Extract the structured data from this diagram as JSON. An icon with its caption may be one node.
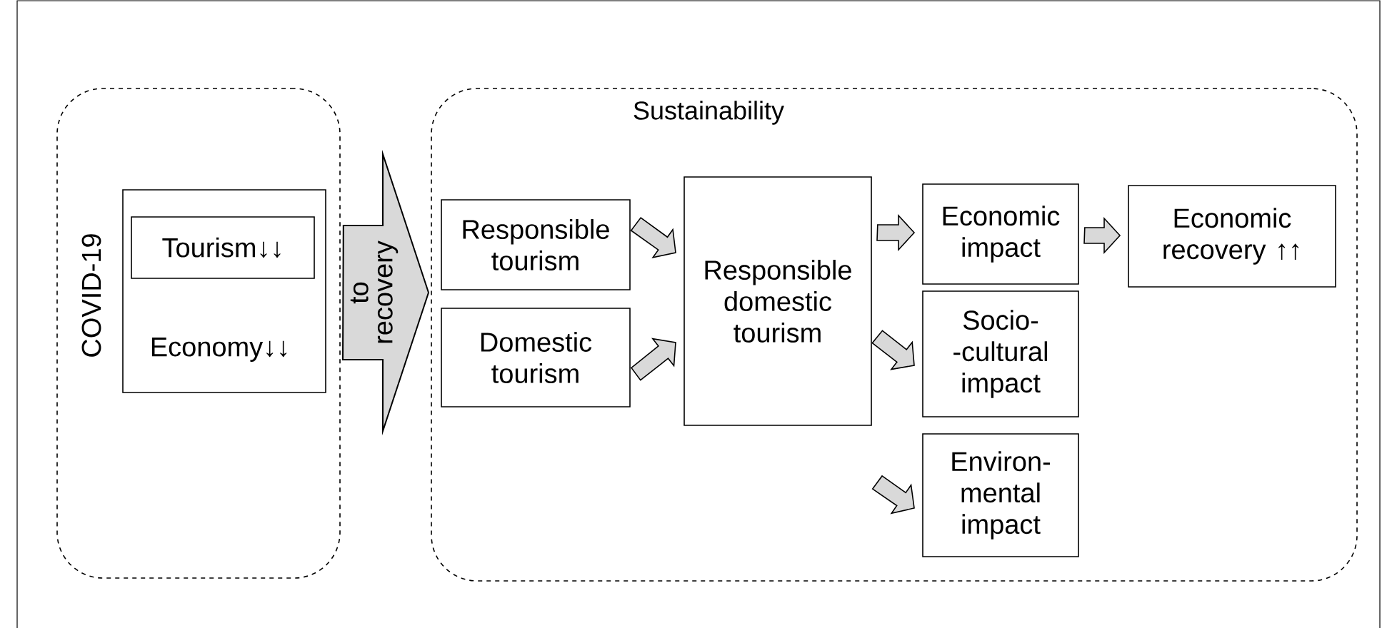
{
  "diagram": {
    "nodes": [
      {
        "text": [
          "COVID-19"
        ]
      },
      {
        "text": [
          "Economy↓↓"
        ],
        "in": 0
      },
      {
        "text": [
          "Tourism↓↓"
        ],
        "in": 1
      },
      {
        "text": [
          "Sustainability"
        ]
      },
      {
        "text": [
          "Responsible tourism"
        ],
        "in": 3
      },
      {
        "text": [
          "Domestic tourism"
        ],
        "in": 3
      },
      {
        "text": [
          "Responsible domestic tourism"
        ],
        "in": 3
      },
      {
        "text": [
          "Economic impact"
        ],
        "in": 3
      },
      {
        "text": [
          "Economic recovery ↑↑"
        ],
        "in": 3
      },
      {
        "text": [
          "Socio- -cultural impact"
        ],
        "in": 3
      },
      {
        "text": [
          "Environ- mental impact"
        ],
        "in": 3
      }
    ],
    "edges": [
      {
        "from": 0,
        "to": 3,
        "arrow": "to",
        "label": "to recovery",
        "style": "thick"
      },
      {
        "from": 4,
        "to": 6,
        "arrow": "to"
      },
      {
        "from": 5,
        "to": 6,
        "arrow": "to"
      },
      {
        "from": 6,
        "to": 7,
        "arrow": "to"
      },
      {
        "from": 6,
        "to": 9,
        "arrow": "to"
      },
      {
        "from": 6,
        "to": 10,
        "arrow": "to"
      },
      {
        "from": 7,
        "to": 8,
        "arrow": "to"
      }
    ]
  }
}
